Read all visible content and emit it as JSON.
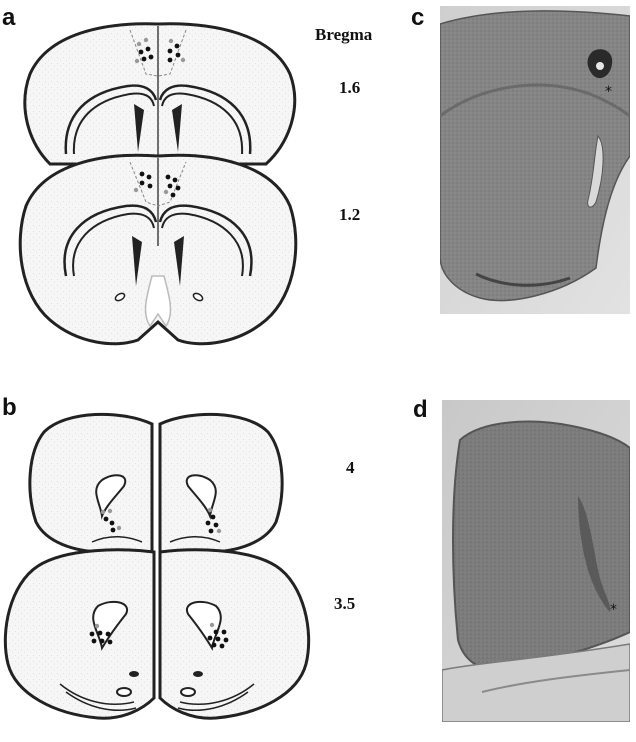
{
  "panels": {
    "a": "a",
    "b": "b",
    "c": "c",
    "d": "d"
  },
  "bregma_header": "Bregma",
  "levels": {
    "a_top": "1.6",
    "a_bottom": "1.2",
    "b_top": "4",
    "b_bottom": "3.5"
  },
  "markers": {
    "c_asterisk": "*",
    "d_asterisk": "*"
  },
  "colors": {
    "injection_black": "#111111",
    "injection_gray": "#9a9a9a",
    "tissue_fill": "#f4f4f4",
    "outline": "#222222",
    "micrograph_stain": "#7d7d7d"
  }
}
